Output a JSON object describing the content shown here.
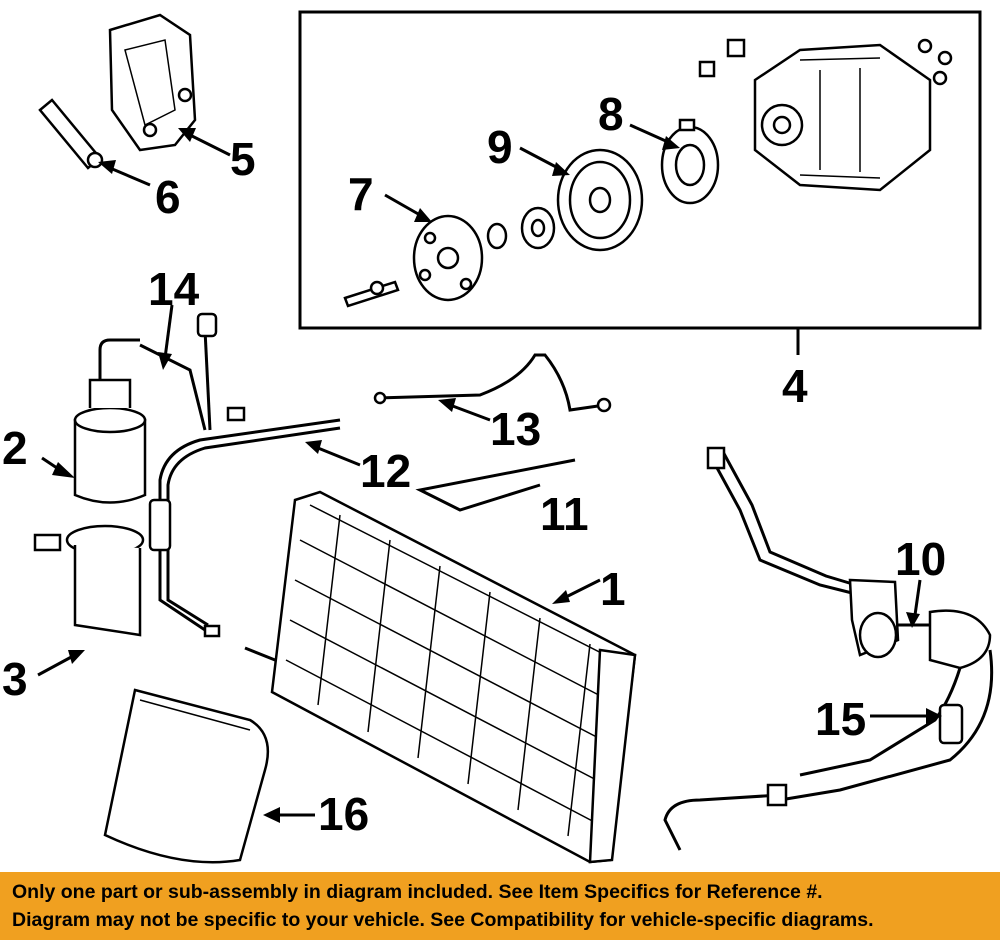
{
  "callouts": {
    "c1": "1",
    "c2": "2",
    "c3": "3",
    "c4": "4",
    "c5": "5",
    "c6": "6",
    "c7": "7",
    "c8": "8",
    "c9": "9",
    "c10": "10",
    "c11": "11",
    "c12": "12",
    "c13": "13",
    "c14": "14",
    "c15": "15",
    "c16": "16"
  },
  "banner": {
    "line1": "Only one part or sub-assembly in diagram included. See Item Specifics for Reference #.",
    "line2": "Diagram may not be specific to your vehicle. See Compatibility for vehicle-specific diagrams."
  },
  "colors": {
    "banner_bg": "#f0a020",
    "ink": "#000000"
  }
}
